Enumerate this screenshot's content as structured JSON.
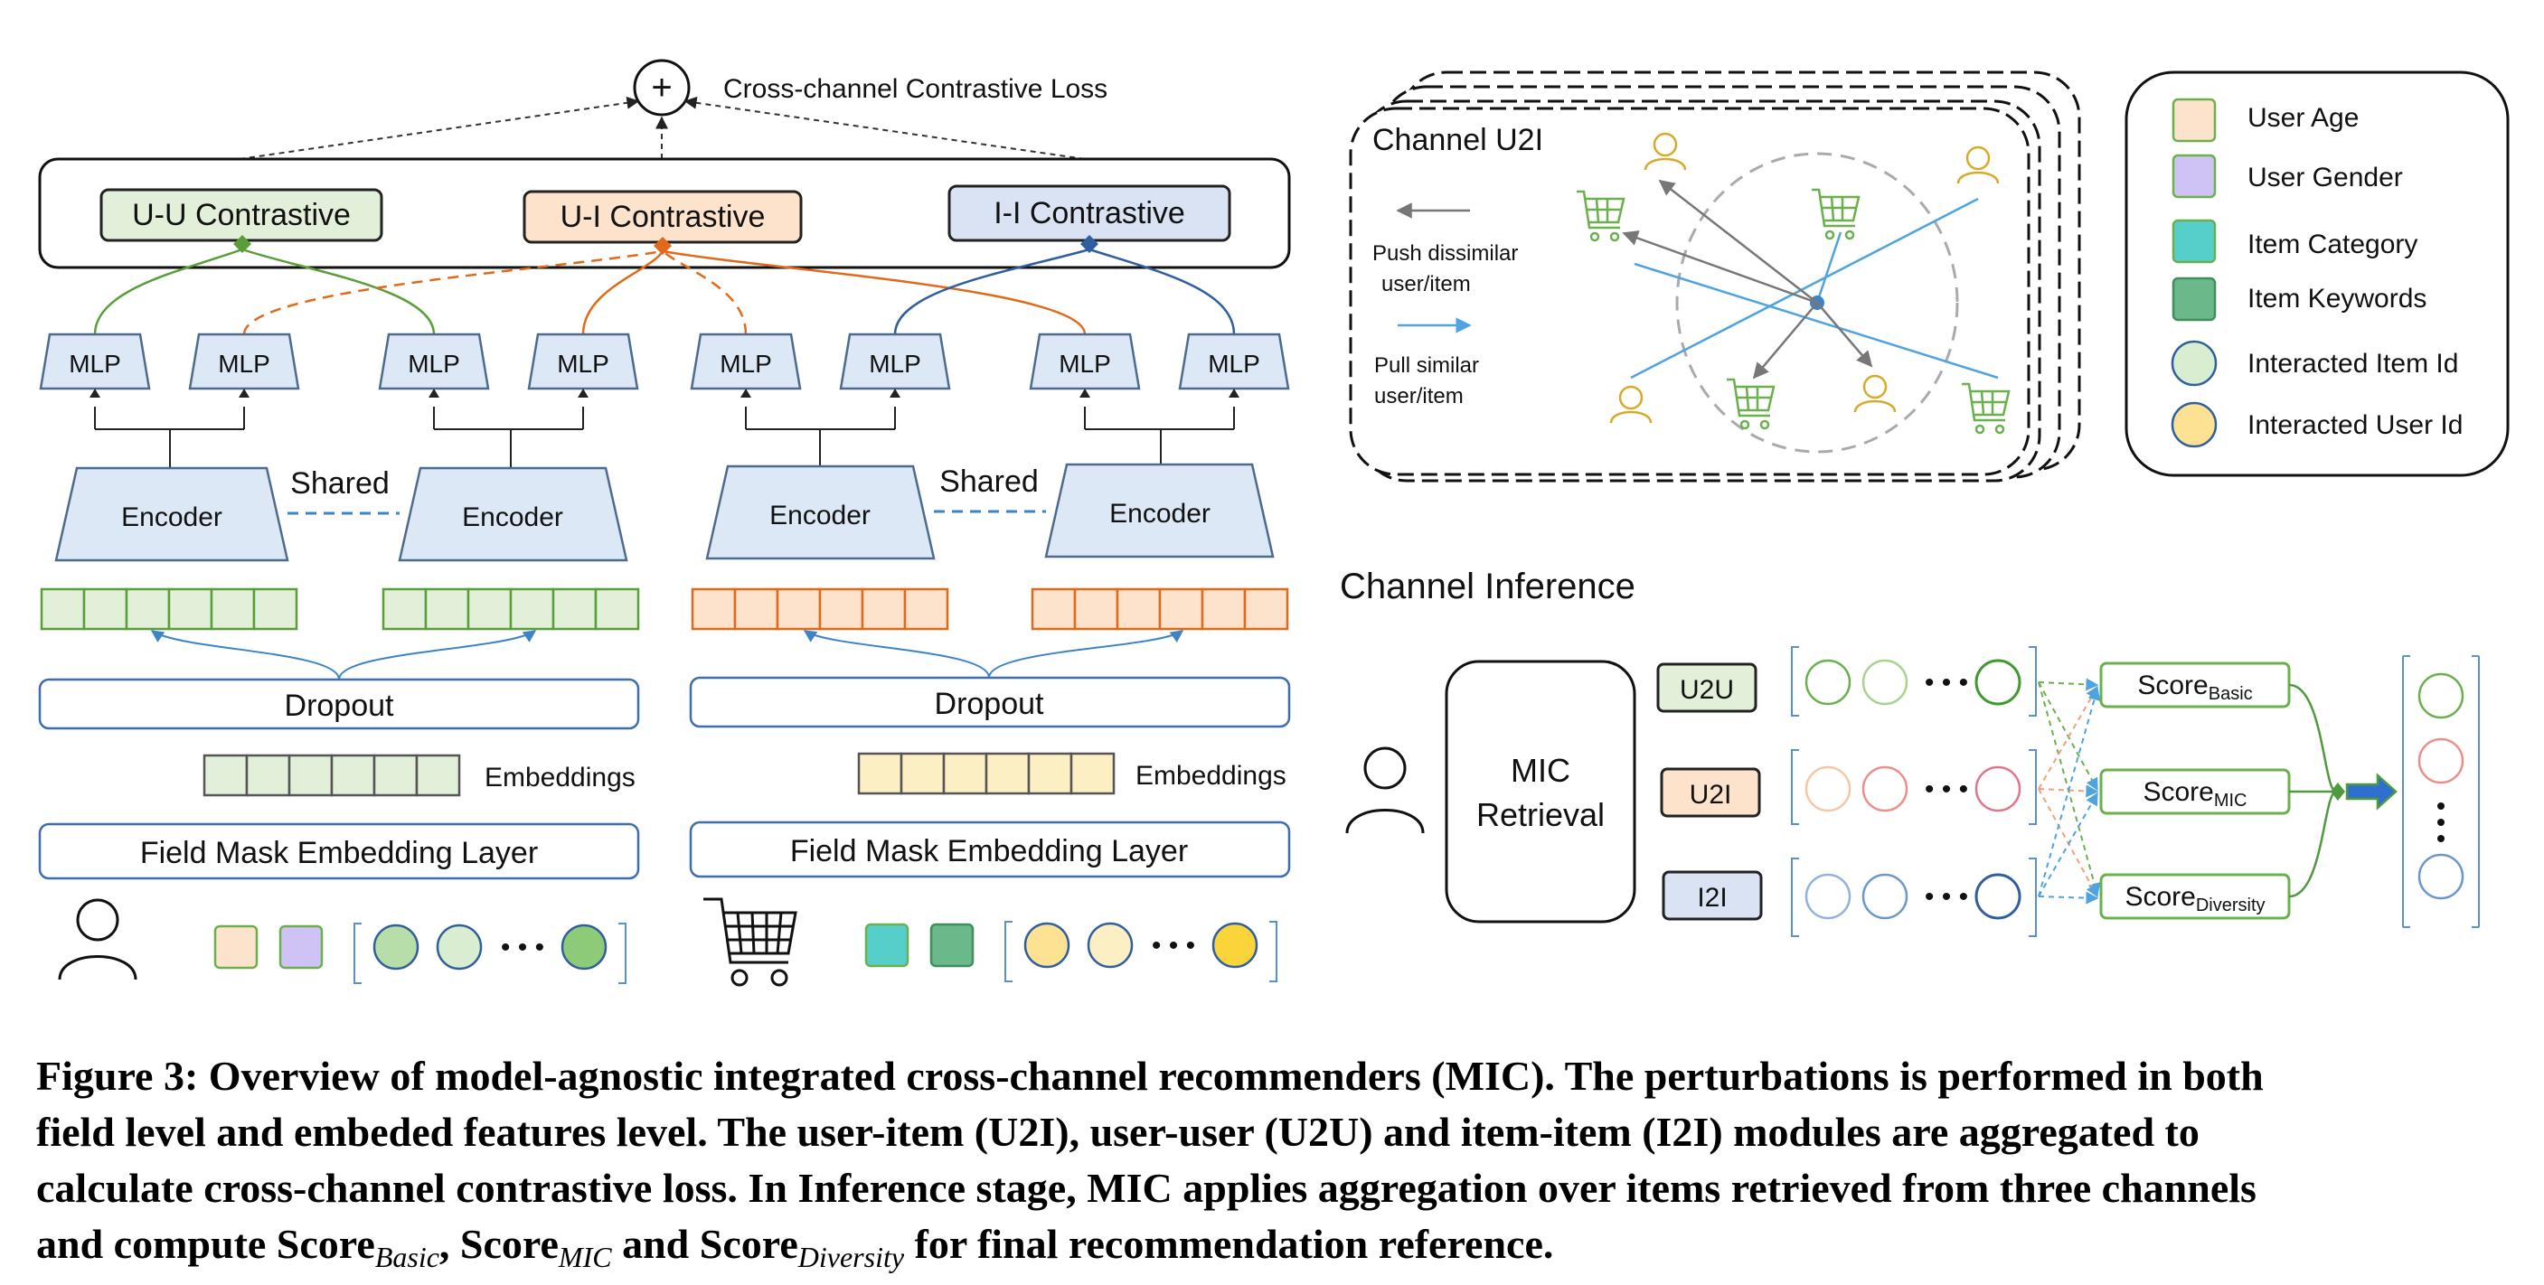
{
  "training": {
    "loss_label": "Cross-channel Contrastive Loss",
    "plus_symbol": "+",
    "contrastive": [
      "U-U Contrastive",
      "U-I Contrastive",
      "I-I Contrastive"
    ],
    "mlp_label": "MLP",
    "encoder_label": "Encoder",
    "shared_label": "Shared",
    "dropout_label": "Dropout",
    "embeddings_label": "Embeddings",
    "field_mask_label": "Field Mask Embedding Layer"
  },
  "channel_u2i": {
    "title": "Channel U2I",
    "push_label": [
      "Push dissimilar",
      "user/item"
    ],
    "pull_label": [
      "Pull similar",
      "user/item"
    ]
  },
  "legend": {
    "items": [
      "User Age",
      "User Gender",
      "Item Category",
      "Item Keywords",
      "Interacted Item Id",
      "Interacted User Id"
    ]
  },
  "inference": {
    "title": "Channel Inference",
    "retrieval_label": [
      "MIC",
      "Retrieval"
    ],
    "channels": [
      "U2U",
      "U2I",
      "I2I"
    ],
    "ellipsis": "• • •",
    "scores": [
      {
        "base": "Score",
        "sub": "Basic"
      },
      {
        "base": "Score",
        "sub": "MIC"
      },
      {
        "base": "Score",
        "sub": "Diversity"
      }
    ]
  },
  "colors": {
    "green": "#4f9a3f",
    "green_fill": "#e2f0d9",
    "orange": "#e06a1b",
    "orange_fill": "#fde3cc",
    "blue": "#2f5f9e",
    "blue_fill": "#dae3f3",
    "encoder_fill": "#dce8f5",
    "encoder_stroke": "#4f6a8f"
  },
  "caption": {
    "line1": "Figure 3: Overview of model-agnostic integrated cross-channel recommenders (MIC). The perturbations is performed in both",
    "line2": "field level and embeded features level. The user-item (U2I), user-user (U2U) and item-item (I2I) modules are aggregated to",
    "line3": "calculate cross-channel contrastive loss. In Inference stage, MIC applies aggregation over items retrieved from three channels",
    "line4_a": "and compute Score",
    "line4_sub1": "Basic",
    "line4_b": ", Score",
    "line4_sub2": "MIC",
    "line4_c": " and Score",
    "line4_sub3": "Diversity",
    "line4_d": " for final recommendation reference."
  }
}
